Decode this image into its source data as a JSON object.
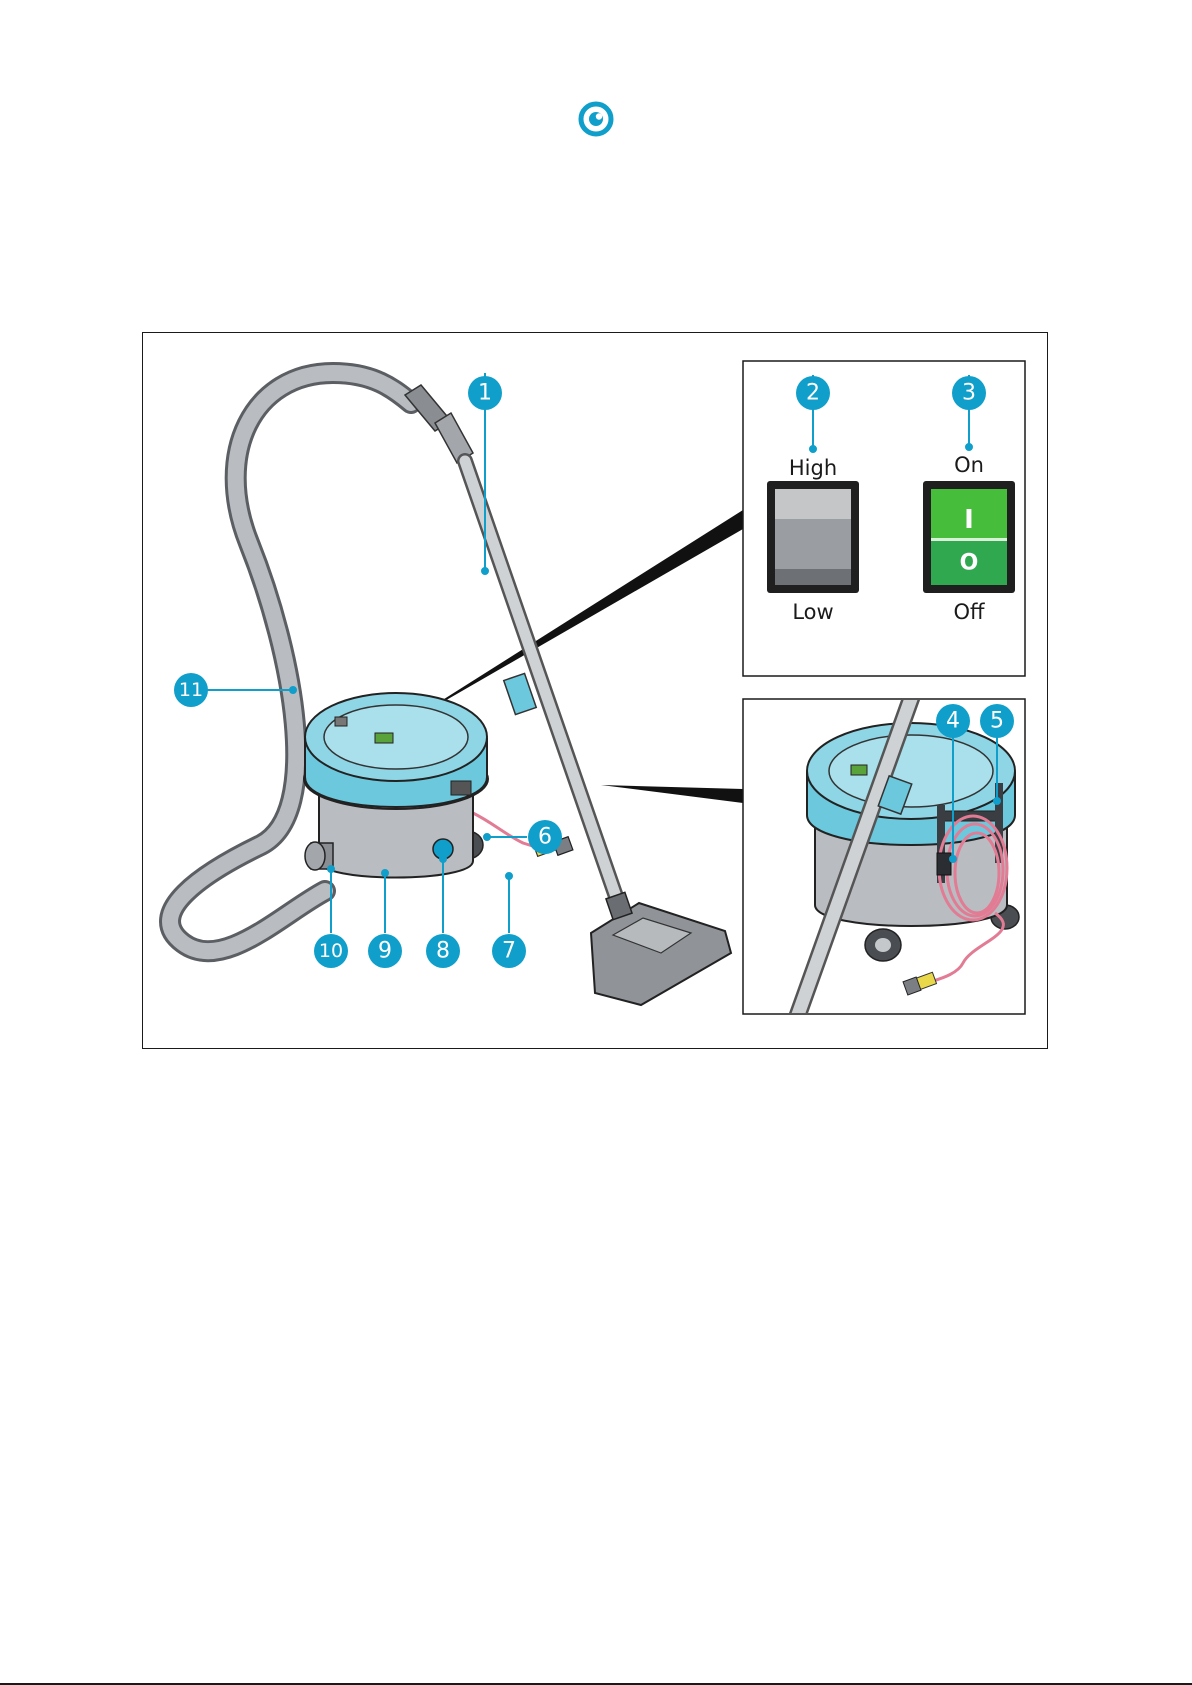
{
  "brand": {
    "logo_icon": "circle-eye-logo",
    "accent_color": "#109fca"
  },
  "figure": {
    "callouts": [
      "1",
      "2",
      "3",
      "4",
      "5",
      "6",
      "7",
      "8",
      "9",
      "10",
      "11"
    ],
    "switch_high_low": {
      "top_label": "High",
      "bottom_label": "Low"
    },
    "switch_on_off": {
      "top_label": "On",
      "bottom_label": "Off",
      "glyph_on": "I",
      "glyph_off": "O"
    },
    "colors": {
      "body_teal": "#6cc8dc",
      "cord_pink": "#e27b94",
      "hose_grey": "#8a8d91",
      "switch_green": "#2fa84f"
    }
  }
}
